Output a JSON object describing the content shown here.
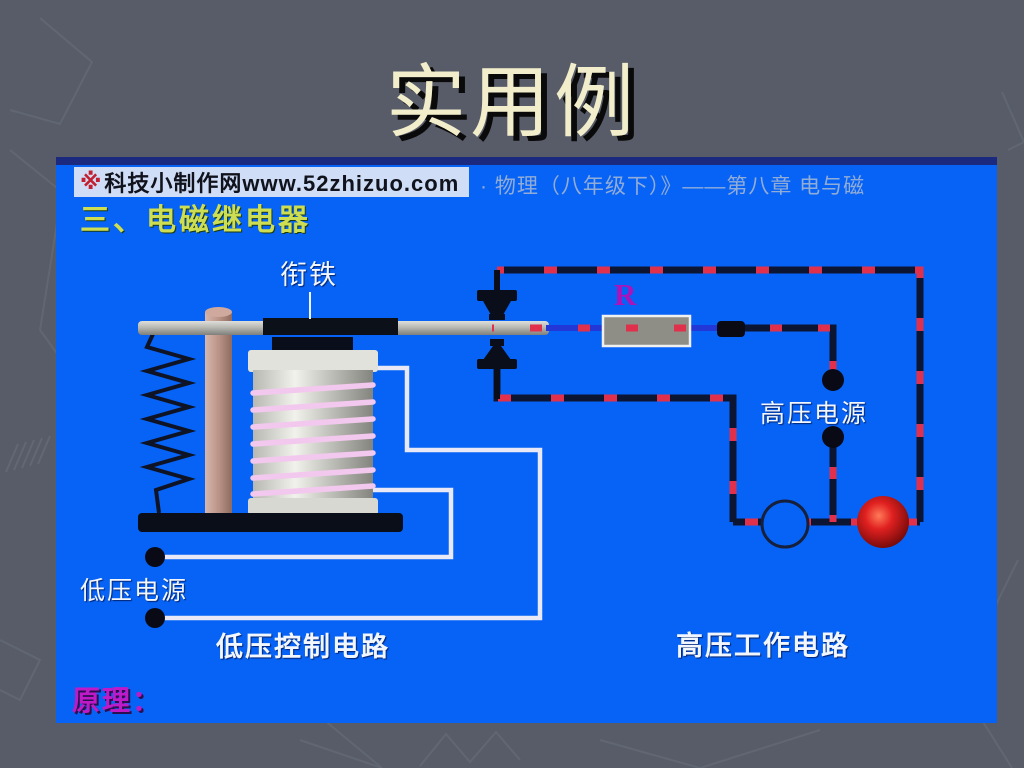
{
  "slide": {
    "title": "实用例"
  },
  "panel": {
    "watermark": {
      "symbol": "※",
      "text": "科技小制作网www.52zhizuo.com"
    },
    "header_suffix": "· 物理（八年级下）》——第八章 电与磁",
    "section_title": "三、电磁继电器",
    "labels": {
      "armature": "衔铁",
      "resistor": "R",
      "hv_source": "高压电源",
      "lv_source": "低压电源",
      "lv_circuit": "低压控制电路",
      "hv_circuit": "高压工作电路",
      "principle": "原理："
    },
    "colors": {
      "slide_bg": "#575c68",
      "panel_bg": "#0763f5",
      "title_color": "#f2eecb",
      "section_title_color": "#cede52",
      "header_color": "#92acd8",
      "label_color": "#f2f6ff",
      "principle_color": "#c01ac8",
      "resistor_label_color": "#aa14b8",
      "hv_wire": "#0c1633",
      "hv_current_dash": "#e0304c",
      "lv_wire": "#e8e8f6",
      "coil_wire": "#f2c8ee",
      "bulb_red": "#d81818"
    }
  }
}
